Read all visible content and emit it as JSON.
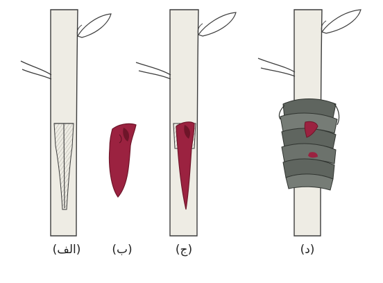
{
  "figure": {
    "labels": {
      "a": "(الف)",
      "b": "(ب)",
      "c": "(ج)",
      "d": "(د)"
    },
    "colors": {
      "bark_fill": "#eeece4",
      "bark_stroke": "#3c3c3c",
      "bud_shield": "#9b2240",
      "bud_shield_dark": "#6e1529",
      "wrap_tape": "#5f655f",
      "wrap_tape_dark": "#2f332f"
    },
    "panels": [
      {
        "id": "a",
        "content": "stem-with-t-cut"
      },
      {
        "id": "b",
        "content": "bud-shield"
      },
      {
        "id": "c",
        "content": "stem-with-inserted-bud"
      },
      {
        "id": "d",
        "content": "stem-with-wrapped-graft"
      }
    ]
  }
}
